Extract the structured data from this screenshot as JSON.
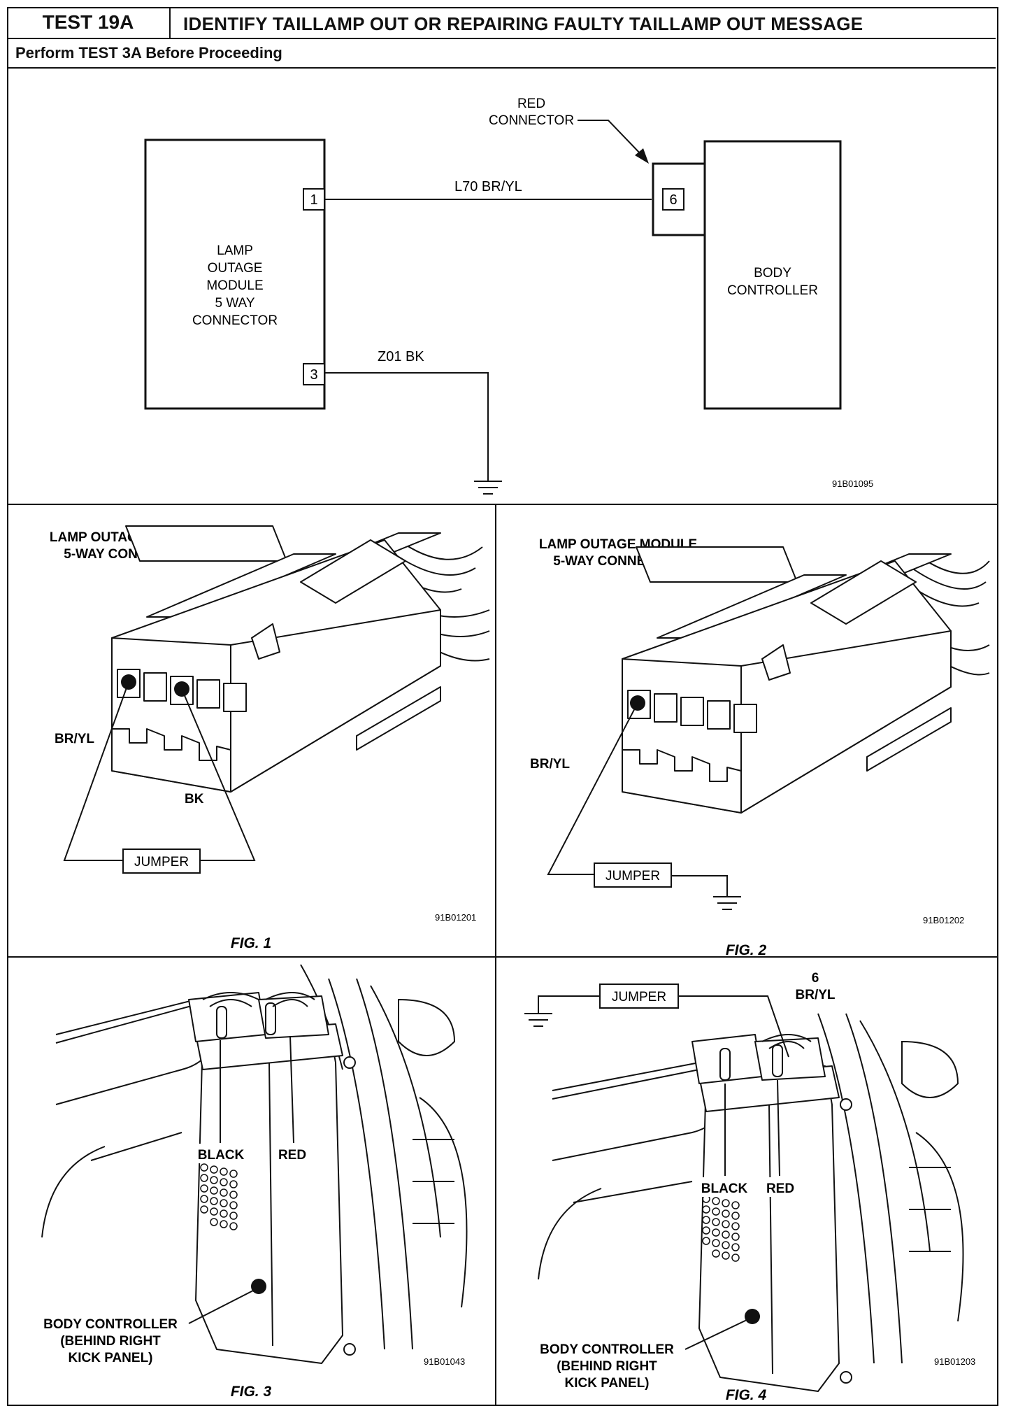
{
  "header": {
    "test_id": "TEST 19A",
    "title": "IDENTIFY TAILLAMP OUT OR REPAIRING FAULTY TAILLAMP OUT MESSAGE",
    "subtitle": "Perform TEST 3A Before Proceeding"
  },
  "schematic": {
    "left_box_lines": [
      "LAMP",
      "OUTAGE",
      "MODULE",
      "5 WAY",
      "CONNECTOR"
    ],
    "pin_1": "1",
    "pin_3": "3",
    "wire_1_label": "L70 BR/YL",
    "wire_2_label": "Z01 BK",
    "red_connector_lines": [
      "RED",
      "CONNECTOR"
    ],
    "pin_6": "6",
    "right_box_lines": [
      "BODY",
      "CONTROLLER"
    ],
    "figure_code": "91B01095"
  },
  "fig1": {
    "title_lines": [
      "LAMP OUTAGE MODULE",
      "5-WAY CONNECTOR"
    ],
    "label_bryl": "BR/YL",
    "label_bk": "BK",
    "jumper": "JUMPER",
    "code": "91B01201",
    "caption": "FIG. 1"
  },
  "fig2": {
    "title_lines": [
      "LAMP OUTAGE MODULE",
      "5-WAY CONNECTOR"
    ],
    "label_bryl": "BR/YL",
    "jumper": "JUMPER",
    "code": "91B01202",
    "caption": "FIG. 2"
  },
  "fig3": {
    "label_black": "BLACK",
    "label_red": "RED",
    "location_lines": [
      "BODY CONTROLLER",
      "(BEHIND RIGHT",
      "KICK PANEL)"
    ],
    "code": "91B01043",
    "caption": "FIG. 3"
  },
  "fig4": {
    "jumper": "JUMPER",
    "pin_lines": [
      "6",
      "BR/YL"
    ],
    "label_black": "BLACK",
    "label_red": "RED",
    "location_lines": [
      "BODY CONTROLLER",
      "(BEHIND RIGHT",
      "KICK PANEL)"
    ],
    "code": "91B01203",
    "caption": "FIG. 4"
  }
}
